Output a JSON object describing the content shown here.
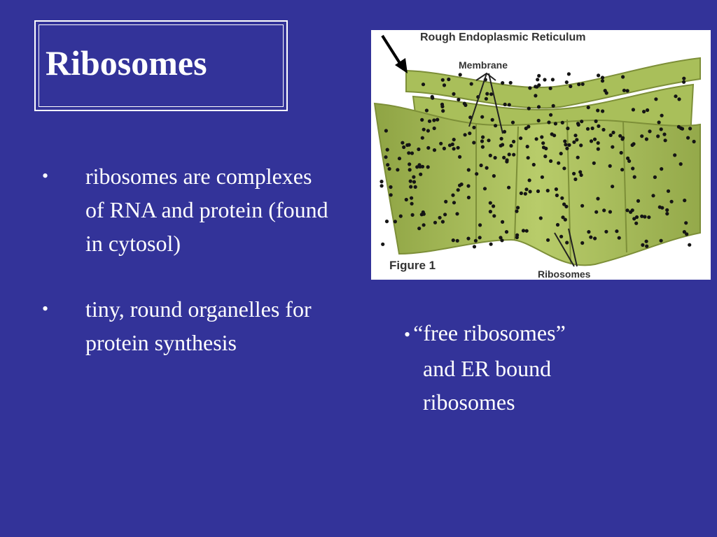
{
  "slide": {
    "title": "Ribosomes",
    "bullets": [
      "ribosomes are complexes of RNA and protein (found in cytosol)",
      "tiny, round organelles for protein synthesis"
    ],
    "bullet_symbol": "•",
    "right_bullet": {
      "line1": "“free ribosomes”",
      "line2": "and ER bound",
      "line3": "ribosomes"
    }
  },
  "figure": {
    "heading": "Rough Endoplasmic Reticulum",
    "label_membrane": "Membrane",
    "label_caption": "Figure 1",
    "label_ribosomes": "Ribosomes",
    "colors": {
      "membrane": "#a9bf5a",
      "membrane_dark": "#7d8f38",
      "ribosome": "#151515"
    }
  }
}
